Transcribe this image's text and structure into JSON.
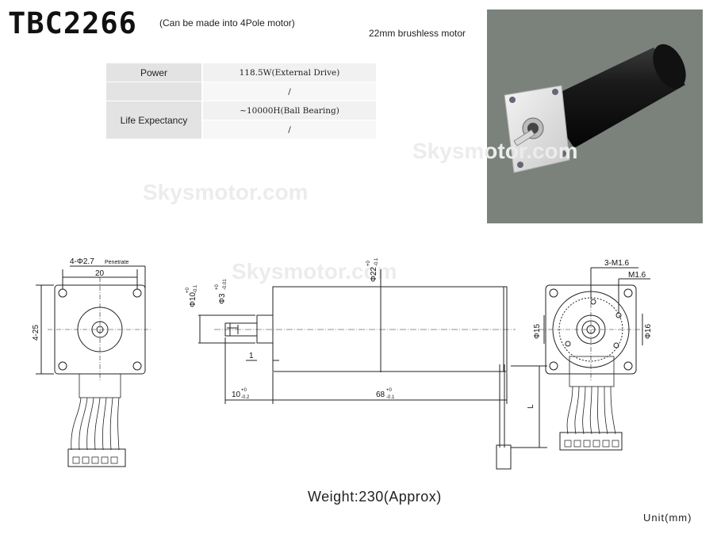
{
  "header": {
    "model": "TBC2266",
    "model_note": "(Can be made into 4Pole motor)",
    "subtitle": "22mm brushless motor"
  },
  "spec_table": {
    "rows": [
      {
        "label": "Power",
        "values": [
          "118.5W(External Drive)",
          "/"
        ]
      },
      {
        "label": "Life Expectancy",
        "values": [
          "~10000H(Ball Bearing)",
          "/"
        ]
      }
    ]
  },
  "drawing": {
    "front_view": {
      "holes": "4-Φ2.7",
      "holes_note": "Penetrate",
      "hole_pitch": "20",
      "flange": "4-25"
    },
    "side_view": {
      "d_shaft_outer": "Φ10",
      "d_shaft_outer_tol_up": "+0",
      "d_shaft_outer_tol_low": "-0.1",
      "d_shaft": "Φ3",
      "d_shaft_tol_up": "+0",
      "d_shaft_tol_low": "-0.01",
      "d_body": "Φ22",
      "d_body_tol_up": "+0",
      "d_body_tol_low": "-0.1",
      "step": "1",
      "shaft_len": "10",
      "shaft_len_tol_up": "+0",
      "shaft_len_tol_low": "-0.2",
      "body_len": "68",
      "body_len_tol_up": "+0",
      "body_len_tol_low": "-0.1",
      "lead": "L"
    },
    "rear_view": {
      "threads": "3-M1.6",
      "thread": "M1.6",
      "d_inner": "Φ15",
      "d_outer": "Φ16"
    },
    "watermark": "Skysmotor.com"
  },
  "footer": {
    "weight": "Weight:230(Approx)",
    "unit": "Unit(mm)"
  },
  "colors": {
    "photo_bg": "#7a827b",
    "table_label_bg": "#e3e3e3",
    "line": "#222222"
  }
}
